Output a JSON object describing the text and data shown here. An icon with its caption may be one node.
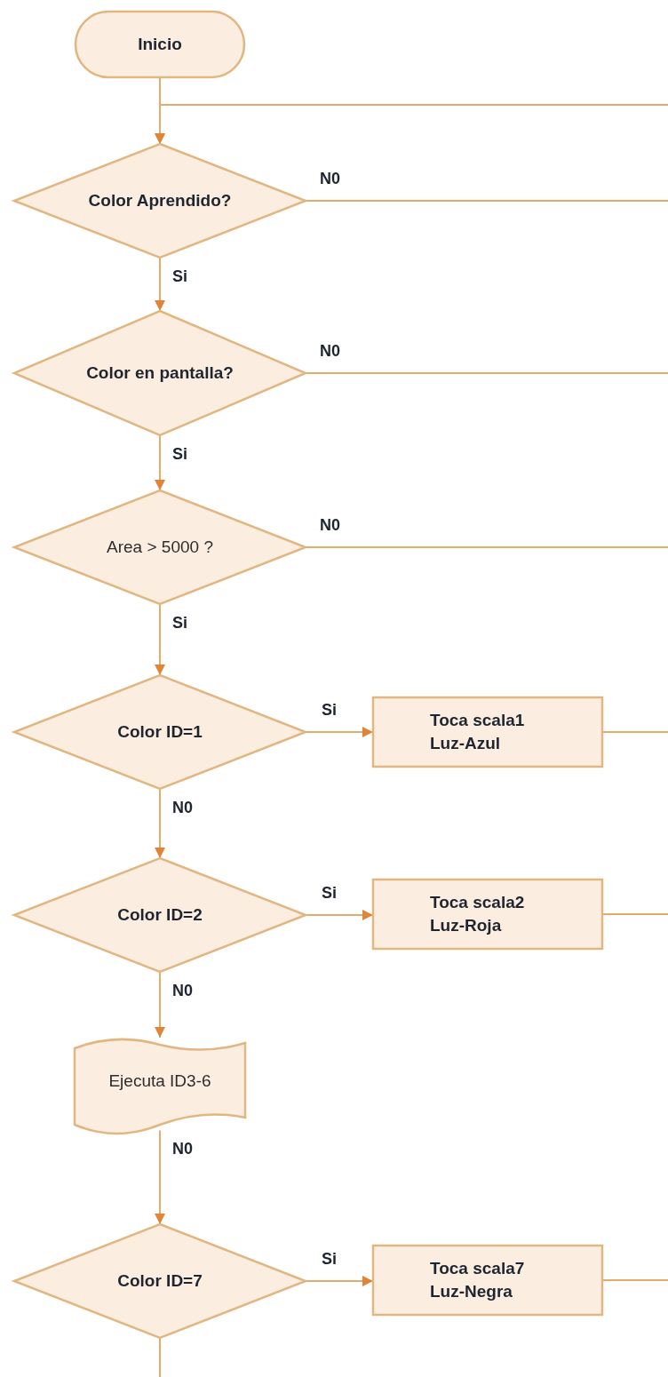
{
  "diagram": {
    "nodes": [
      {
        "text": [
          "Inicio"
        ]
      },
      {
        "text": [
          "Color Aprendido?"
        ]
      },
      {
        "text": [
          "Color en pantalla?"
        ]
      },
      {
        "text": [
          "Area > 5000 ?"
        ]
      },
      {
        "text": [
          "Color ID=1"
        ]
      },
      {
        "text": [
          "Toca scala1 Luz-Azul"
        ]
      },
      {
        "text": [
          "Color ID=2"
        ]
      },
      {
        "text": [
          "Toca scala2 Luz-Roja"
        ]
      },
      {
        "text": [
          "Ejecuta ID3-6"
        ]
      },
      {
        "text": [
          "Color ID=7"
        ]
      },
      {
        "text": [
          "Toca scala7 Luz-Negra"
        ]
      }
    ],
    "edges": [
      {
        "from": 0,
        "to": 1,
        "arrow": "to"
      },
      {
        "from": null,
        "to": 1,
        "arrow": "to"
      },
      {
        "from": 1,
        "to": 2,
        "arrow": "to",
        "label": "Si"
      },
      {
        "from": 1,
        "to": null,
        "arrow": "none",
        "label": "N0"
      },
      {
        "from": 2,
        "to": 3,
        "arrow": "to",
        "label": "Si"
      },
      {
        "from": 2,
        "to": null,
        "arrow": "none",
        "label": "N0"
      },
      {
        "from": 3,
        "to": 4,
        "arrow": "to",
        "label": "Si"
      },
      {
        "from": 3,
        "to": null,
        "arrow": "none",
        "label": "N0"
      },
      {
        "from": 4,
        "to": 5,
        "arrow": "to",
        "label": "Si"
      },
      {
        "from": 4,
        "to": 6,
        "arrow": "to",
        "label": "N0"
      },
      {
        "from": 5,
        "to": null,
        "arrow": "none"
      },
      {
        "from": 6,
        "to": 7,
        "arrow": "to",
        "label": "Si"
      },
      {
        "from": 6,
        "to": 8,
        "arrow": "to",
        "label": "N0"
      },
      {
        "from": 7,
        "to": null,
        "arrow": "none"
      },
      {
        "from": 8,
        "to": 9,
        "arrow": "to",
        "label": "N0"
      },
      {
        "from": 9,
        "to": 10,
        "arrow": "to",
        "label": "Si"
      },
      {
        "from": 10,
        "to": null,
        "arrow": "none"
      },
      {
        "from": 9,
        "to": null,
        "arrow": "none"
      }
    ]
  }
}
